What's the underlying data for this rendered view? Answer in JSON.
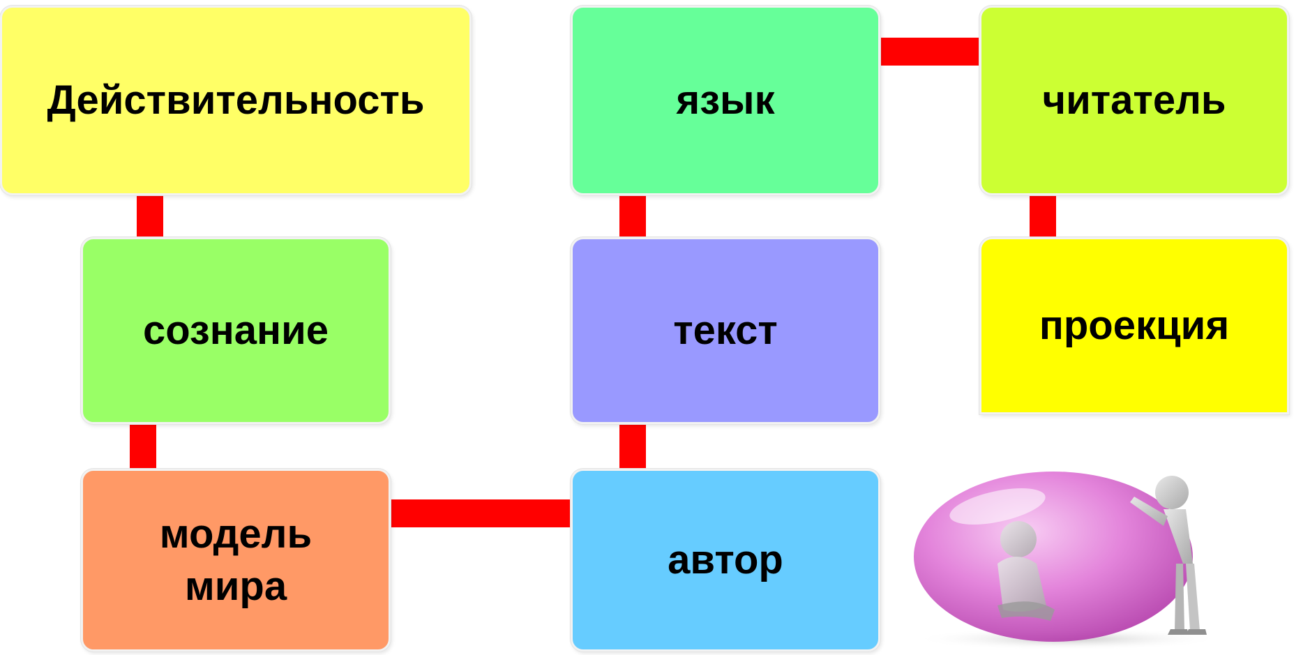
{
  "colors": {
    "connector": "#ff0000"
  },
  "nodes": [
    {
      "id": "reality",
      "label": "Действительность",
      "color": "#ffff66"
    },
    {
      "id": "consciousness",
      "label": "сознание",
      "color": "#99ff66"
    },
    {
      "id": "world-model",
      "label": "модель\nмира",
      "color": "#ff9966"
    },
    {
      "id": "language",
      "label": "язык",
      "color": "#66ff99"
    },
    {
      "id": "text",
      "label": "текст",
      "color": "#9999ff"
    },
    {
      "id": "author",
      "label": "автор",
      "color": "#66ccff"
    },
    {
      "id": "reader",
      "label": "читатель",
      "color": "#ccff33"
    },
    {
      "id": "projection",
      "label": "проекция",
      "color": "#ffff00"
    }
  ],
  "edges": [
    {
      "from": "reality",
      "to": "consciousness"
    },
    {
      "from": "consciousness",
      "to": "world-model"
    },
    {
      "from": "world-model",
      "to": "author"
    },
    {
      "from": "author",
      "to": "text"
    },
    {
      "from": "text",
      "to": "language"
    },
    {
      "from": "language",
      "to": "reader"
    },
    {
      "from": "reader",
      "to": "projection"
    }
  ],
  "illustration": {
    "icon": "figure-in-bubble-illustration"
  }
}
